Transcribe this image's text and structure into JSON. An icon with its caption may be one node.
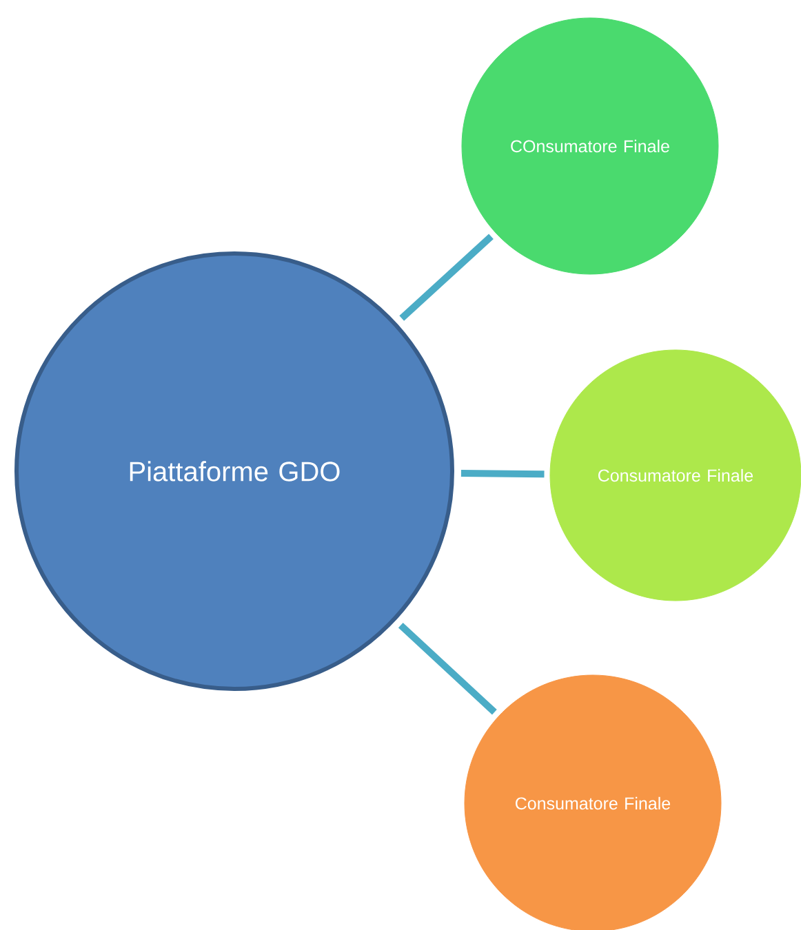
{
  "diagram": {
    "nodes": [
      {
        "text": [
          "Piattaforme GDO"
        ]
      },
      {
        "text": [
          "COnsumatore Finale"
        ]
      },
      {
        "text": [
          "Consumatore Finale"
        ]
      },
      {
        "text": [
          "Consumatore Finale"
        ]
      }
    ],
    "edges": [
      {
        "from": 0,
        "to": 1,
        "arrow": "none"
      },
      {
        "from": 0,
        "to": 2,
        "arrow": "none"
      },
      {
        "from": 0,
        "to": 3,
        "arrow": "none"
      }
    ]
  }
}
